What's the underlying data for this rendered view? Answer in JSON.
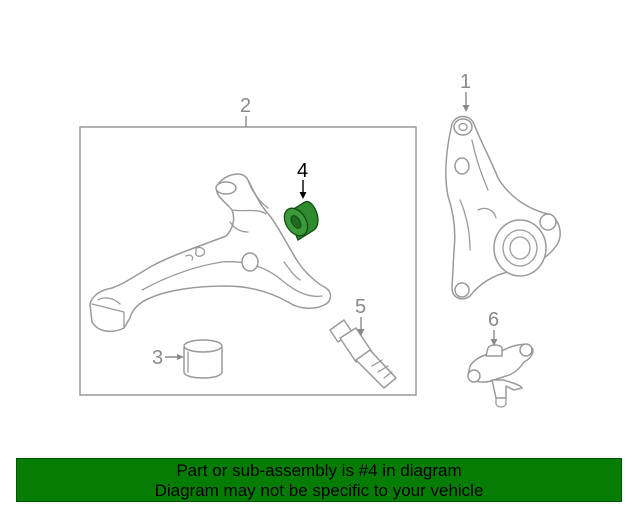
{
  "callouts": {
    "c1": "1",
    "c2": "2",
    "c3": "3",
    "c4": "4",
    "c5": "5",
    "c6": "6"
  },
  "highlight": {
    "part": "4",
    "color": "#2e8b2e"
  },
  "banner": {
    "line1": "Part or sub-assembly is #4 in diagram",
    "line2": "Diagram may not be specific to your vehicle",
    "color": "#057d05"
  }
}
